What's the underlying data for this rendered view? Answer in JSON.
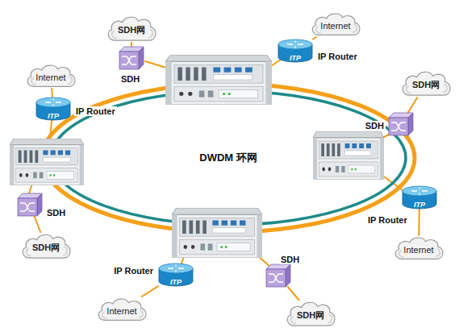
{
  "diagram": {
    "nodes": [
      {
        "text": [
          "SDH网"
        ]
      },
      {
        "text": [
          "Internet"
        ]
      },
      {
        "text": [
          "SDH"
        ]
      },
      {
        "text": [
          "ITP",
          "IP Router"
        ]
      },
      {
        "text": [
          "Internet"
        ]
      },
      {
        "text": [
          "SDH网"
        ]
      },
      {
        "text": [
          "ITP",
          "IP Router"
        ]
      },
      {
        "text": [
          "SDH"
        ]
      },
      {
        "text": [
          "DWDM 环网"
        ]
      },
      {
        "text": [
          "ITP",
          "IP Router"
        ]
      },
      {
        "text": [
          "SDH"
        ]
      },
      {
        "text": [
          "SDH网"
        ]
      },
      {
        "text": [
          "Internet"
        ]
      },
      {
        "text": [
          "ITP",
          "IP Router"
        ]
      },
      {
        "text": [
          "SDH"
        ]
      },
      {
        "text": [
          "Internet"
        ]
      },
      {
        "text": [
          "SDH网"
        ]
      }
    ],
    "edges": [
      {
        "from": 2,
        "to": 0,
        "arrow": "none"
      },
      {
        "from": 3,
        "to": 1,
        "arrow": "none"
      },
      {
        "from": 6,
        "to": 4,
        "arrow": "none"
      },
      {
        "from": 7,
        "to": 5,
        "arrow": "none"
      },
      {
        "from": 9,
        "to": 12,
        "arrow": "none"
      },
      {
        "from": 10,
        "to": 11,
        "arrow": "none"
      },
      {
        "from": 13,
        "to": 15,
        "arrow": "none"
      },
      {
        "from": 14,
        "to": 16,
        "arrow": "none"
      }
    ]
  }
}
